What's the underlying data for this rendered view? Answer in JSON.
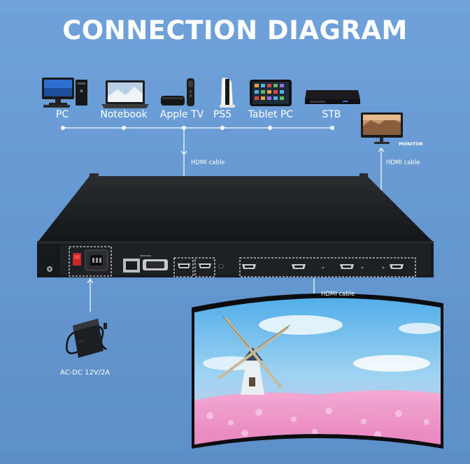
{
  "header": {
    "title": "CONNECTION DIAGRAM"
  },
  "sources": [
    {
      "label": "PC",
      "icon": "pc-icon"
    },
    {
      "label": "Notebook",
      "icon": "notebook-icon"
    },
    {
      "label": "Apple TV",
      "icon": "apple-tv-icon"
    },
    {
      "label": "PS5",
      "icon": "ps5-icon"
    },
    {
      "label": "Tablet PC",
      "icon": "tablet-pc-icon"
    },
    {
      "label": "STB",
      "icon": "stb-icon"
    }
  ],
  "monitor": {
    "label": "MONITOR",
    "icon": "monitor-icon"
  },
  "cables": {
    "input_cable": "HDMI cable",
    "monitor_cable": "HDMI cable",
    "output_cable": "HDMI cable"
  },
  "power": {
    "label": "AC-DC 12V/2A",
    "icon": "power-adapter-icon"
  },
  "colors": {
    "background": "#6a9bd3",
    "device_body": "#1c1d20",
    "line": "#ffffff"
  }
}
